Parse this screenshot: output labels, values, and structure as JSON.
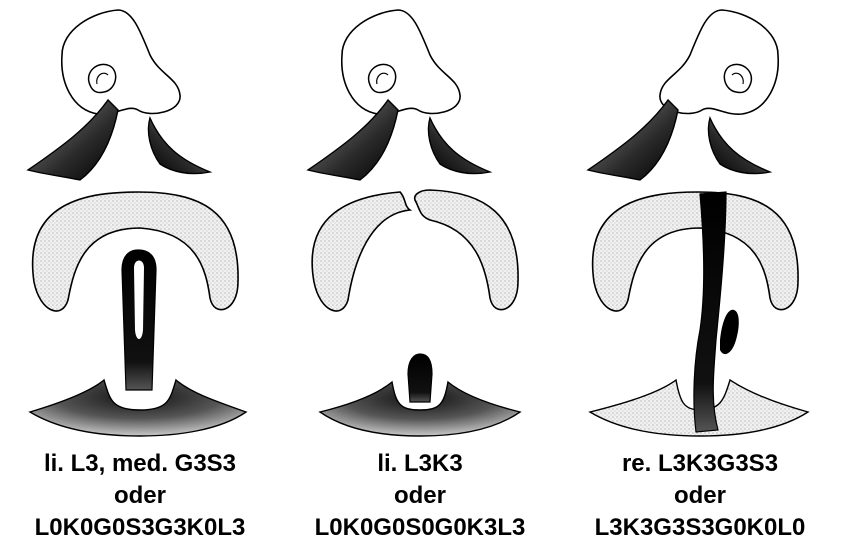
{
  "panels": [
    {
      "line1": "li. L3, med. G3S3",
      "line2": "oder",
      "line3": "L0K0G0S3G3K0L3"
    },
    {
      "line1": "li. L3K3",
      "line2": "oder",
      "line3": "L0K0G0S0G0K3L3"
    },
    {
      "line1": "re. L3K3G3S3",
      "line2": "oder",
      "line3": "L3K3G3S3G0K0L0"
    }
  ]
}
